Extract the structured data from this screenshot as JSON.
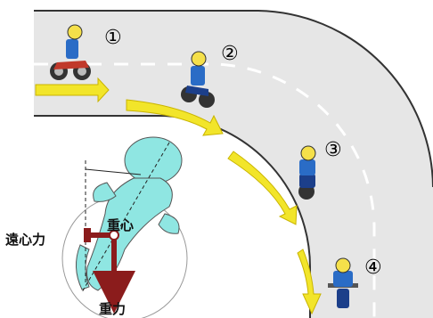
{
  "steps": [
    "①",
    "②",
    "③",
    "④"
  ],
  "labels": {
    "centrifugal": "遠心力",
    "center_of_gravity": "重心",
    "gravity": "重力"
  },
  "colors": {
    "road": "#e6e6e6",
    "road_edge": "#333333",
    "lane_dash": "#ffffff",
    "arrow": "#f2e52a",
    "arrow_outline": "#c9b400",
    "rider_silhouette": "#8fe6e2",
    "force_arrow": "#8b1c1c",
    "rider_suit": "#2a6cc6",
    "helmet": "#f5e04a"
  },
  "icons": [
    "rider-icon",
    "motorcycle-icon",
    "direction-arrow-icon"
  ]
}
